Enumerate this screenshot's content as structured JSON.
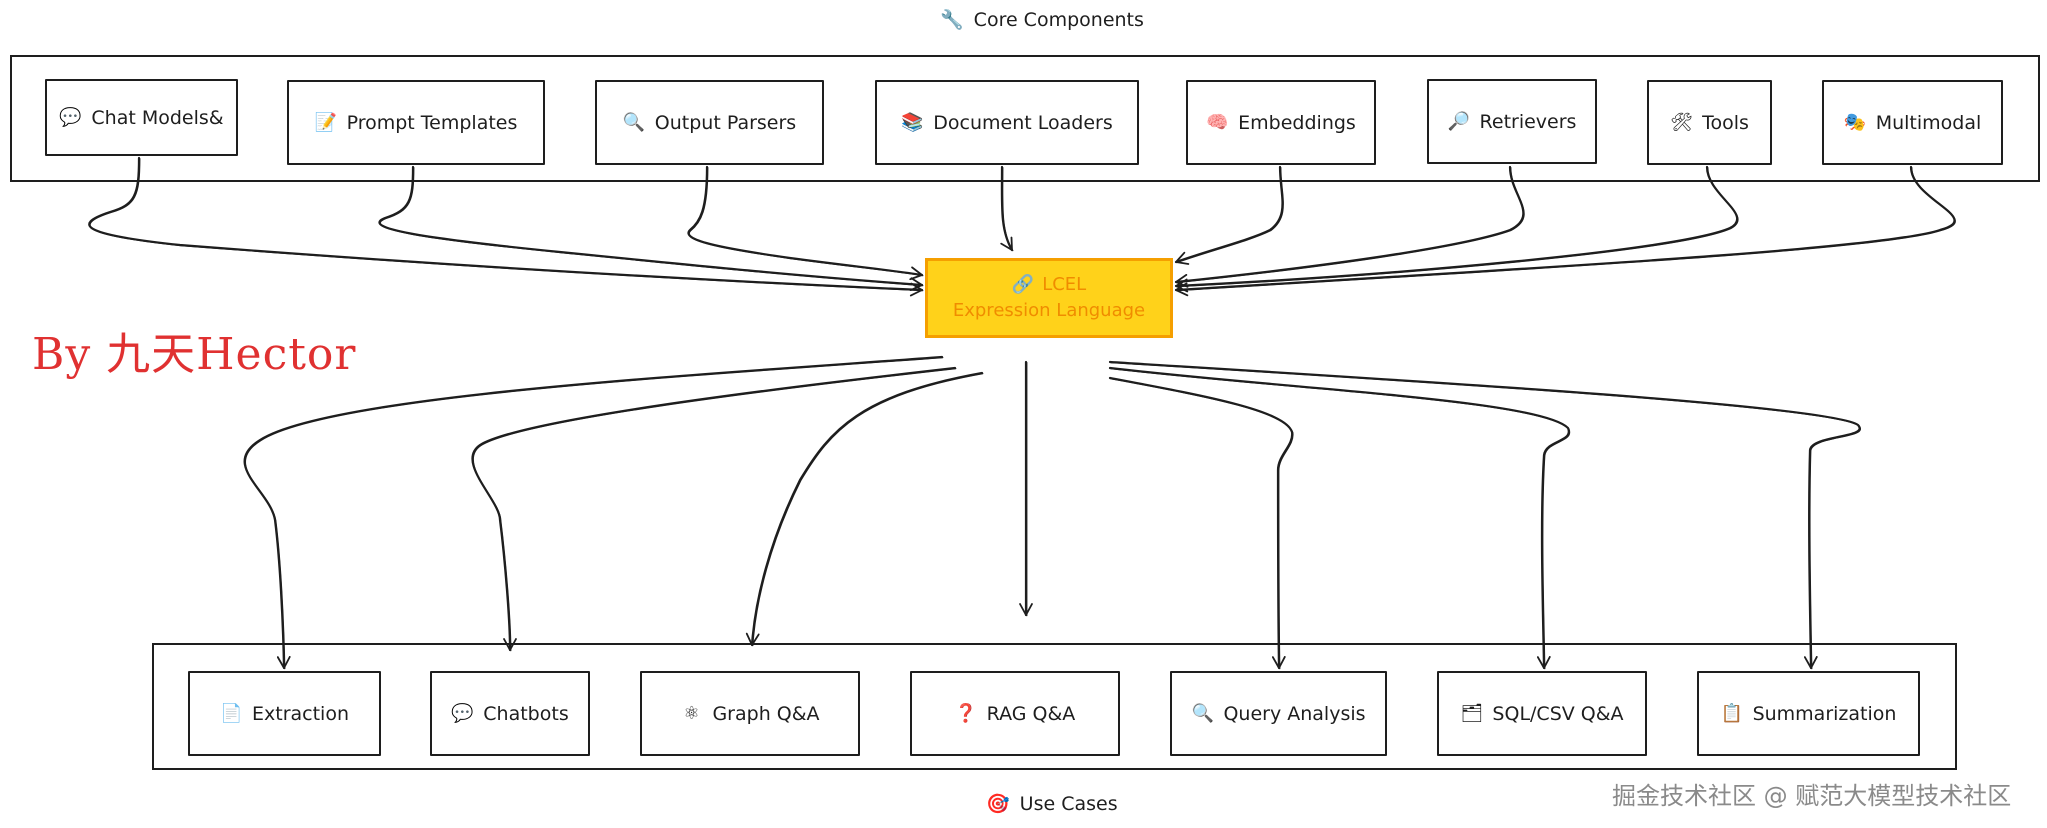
{
  "core_components": {
    "title": "Core Components",
    "title_icon": "wrench-icon",
    "items": [
      {
        "label": "Chat Models&",
        "icon": "speech-bubble-icon",
        "glyph": "💬"
      },
      {
        "label": "Prompt Templates",
        "icon": "memo-icon",
        "glyph": "📝"
      },
      {
        "label": "Output Parsers",
        "icon": "magnifier-icon",
        "glyph": "🔍"
      },
      {
        "label": "Document Loaders",
        "icon": "books-icon",
        "glyph": "📚"
      },
      {
        "label": "Embeddings",
        "icon": "brain-icon",
        "glyph": "🧠"
      },
      {
        "label": "Retrievers",
        "icon": "magnifier-right-icon",
        "glyph": "🔎"
      },
      {
        "label": "Tools",
        "icon": "hammer-wrench-icon",
        "glyph": "🛠"
      },
      {
        "label": "Multimodal",
        "icon": "theater-masks-icon",
        "glyph": "🎭"
      }
    ]
  },
  "center": {
    "icon": "chain-link-icon",
    "glyph": "🔗",
    "title": "LCEL",
    "subtitle": "Expression Language",
    "fill_color": "#ffd21a",
    "stroke_color": "#f59f00",
    "text_color": "#f08c00"
  },
  "use_cases": {
    "title": "Use Cases",
    "title_icon": "target-icon",
    "items": [
      {
        "label": "Extraction",
        "icon": "document-icon",
        "glyph": "📄"
      },
      {
        "label": "Chatbots",
        "icon": "speech-bubble-icon",
        "glyph": "💬"
      },
      {
        "label": "Graph Q&A",
        "icon": "atom-icon",
        "glyph": "⚛"
      },
      {
        "label": "RAG Q&A",
        "icon": "question-mark-icon",
        "glyph": "❓"
      },
      {
        "label": "Query Analysis",
        "icon": "magnifier-icon",
        "glyph": "🔍"
      },
      {
        "label": "SQL/CSV Q&A",
        "icon": "folder-icon",
        "glyph": "🗂"
      },
      {
        "label": "Summarization",
        "icon": "clipboard-icon",
        "glyph": "📋"
      }
    ]
  },
  "author": "By 九天Hector",
  "author_color": "#e03131",
  "watermark": "掘金技术社区 @ 赋范大模型技术社区",
  "core_title_glyph": "🔧",
  "use_cases_title_glyph": "🎯"
}
